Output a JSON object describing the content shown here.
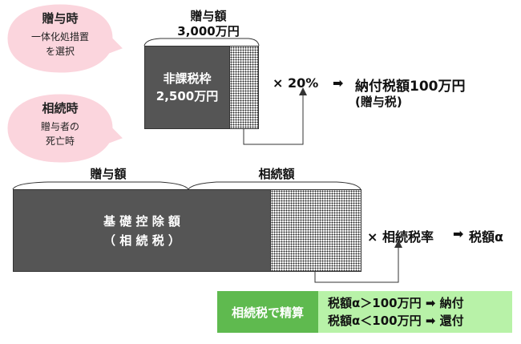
{
  "gift_bubble": {
    "title": "贈与時",
    "line1": "一体化処措置",
    "line2": "を選択"
  },
  "inherit_bubble": {
    "title": "相続時",
    "line1": "贈与者の",
    "line2": "死亡時"
  },
  "gift": {
    "amount_label": "贈与額",
    "amount_value": "3,000万円",
    "nontaxable_line1": "非課税枠",
    "nontaxable_line2": "2,500万円",
    "calc": "× 20%",
    "arrow": "➡",
    "result": "納付税額100万円",
    "result_note": "(贈与税)"
  },
  "inheritance": {
    "gift_label": "贈与額",
    "inherit_label": "相続額",
    "deduction_line1": "基 礎 控 除 額",
    "deduction_line2": "（ 相 続 税 ）",
    "calc": "× 相続税率",
    "arrow": "➡",
    "result": "税額α"
  },
  "settlement": {
    "title": "相続税で精算",
    "row1": "税額α＞100万円 ➡ 納付",
    "row2": "税額α＜100万円 ➡ 還付"
  },
  "colors": {
    "bubble": "#fbd5dd",
    "dark_box": "#555555",
    "settle_dark": "#5fba4f",
    "settle_light": "#b8f2a8"
  }
}
